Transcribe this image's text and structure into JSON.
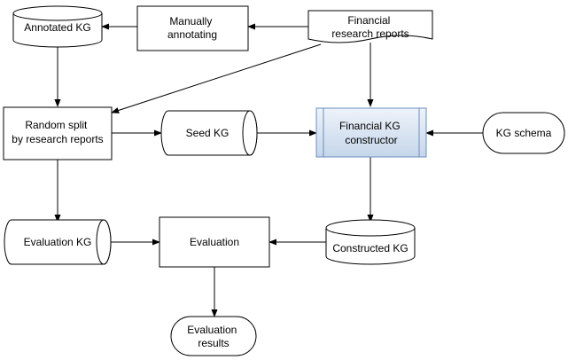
{
  "nodes": {
    "annotated_kg": "Annotated KG",
    "manually_annotating": [
      "Manually",
      "annotating"
    ],
    "financial_reports": [
      "Financial",
      "research reports"
    ],
    "random_split": [
      "Random split",
      "by research reports"
    ],
    "seed_kg": "Seed KG",
    "kg_constructor": [
      "Financial KG",
      "constructor"
    ],
    "kg_schema": "KG schema",
    "evaluation_kg": "Evaluation KG",
    "evaluation": "Evaluation",
    "constructed_kg": "Constructed KG",
    "evaluation_results": [
      "Evaluation",
      "results"
    ]
  },
  "colors": {
    "constructor_fill_top": "#eef3fa",
    "constructor_fill_bottom": "#c5d6ea",
    "constructor_stroke": "#6c8ebf"
  }
}
